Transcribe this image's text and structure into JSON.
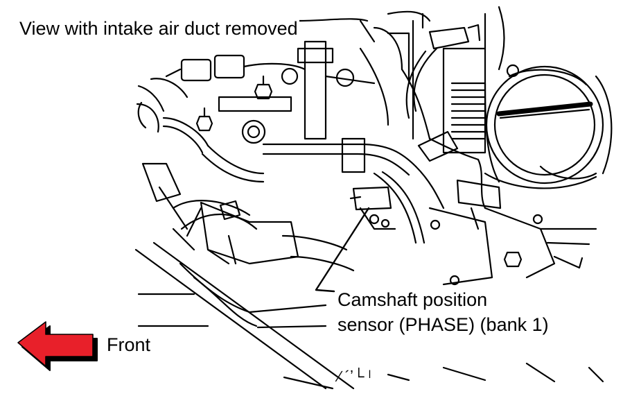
{
  "diagram": {
    "title": "View with intake air duct removed",
    "callout": {
      "line1": "Camshaft position",
      "line2": "sensor (PHASE) (bank 1)"
    },
    "direction_label": "Front",
    "scribble_text": "∕  ´ʼ└ ˡ"
  },
  "colors": {
    "arrow_fill": "#e8202a",
    "arrow_shadow": "#000000",
    "line_art": "#000000",
    "background": "#ffffff"
  }
}
